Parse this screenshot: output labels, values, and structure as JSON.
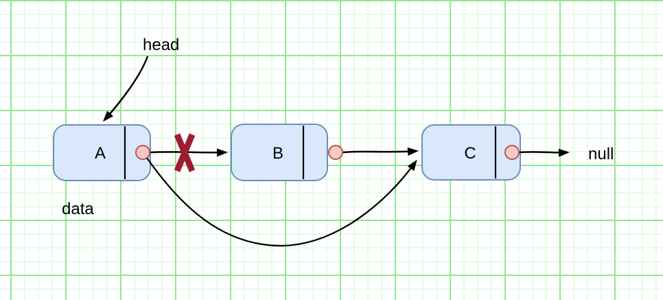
{
  "diagram": {
    "labels": {
      "head": "head",
      "data": "data",
      "null": "null"
    },
    "nodes": [
      {
        "label": "A"
      },
      {
        "label": "B"
      },
      {
        "label": "C"
      }
    ],
    "colors": {
      "background": "#ffffff",
      "grid_major": "#8fe98f",
      "grid_minor": "#e7fbe7",
      "node_fill": "#dae8fc",
      "node_stroke": "#6c8ebf",
      "pointer_fill": "#f6c9c6",
      "pointer_stroke": "#b85450",
      "cross": "#9d1c31",
      "arrow": "#000000",
      "text": "#000000"
    }
  }
}
